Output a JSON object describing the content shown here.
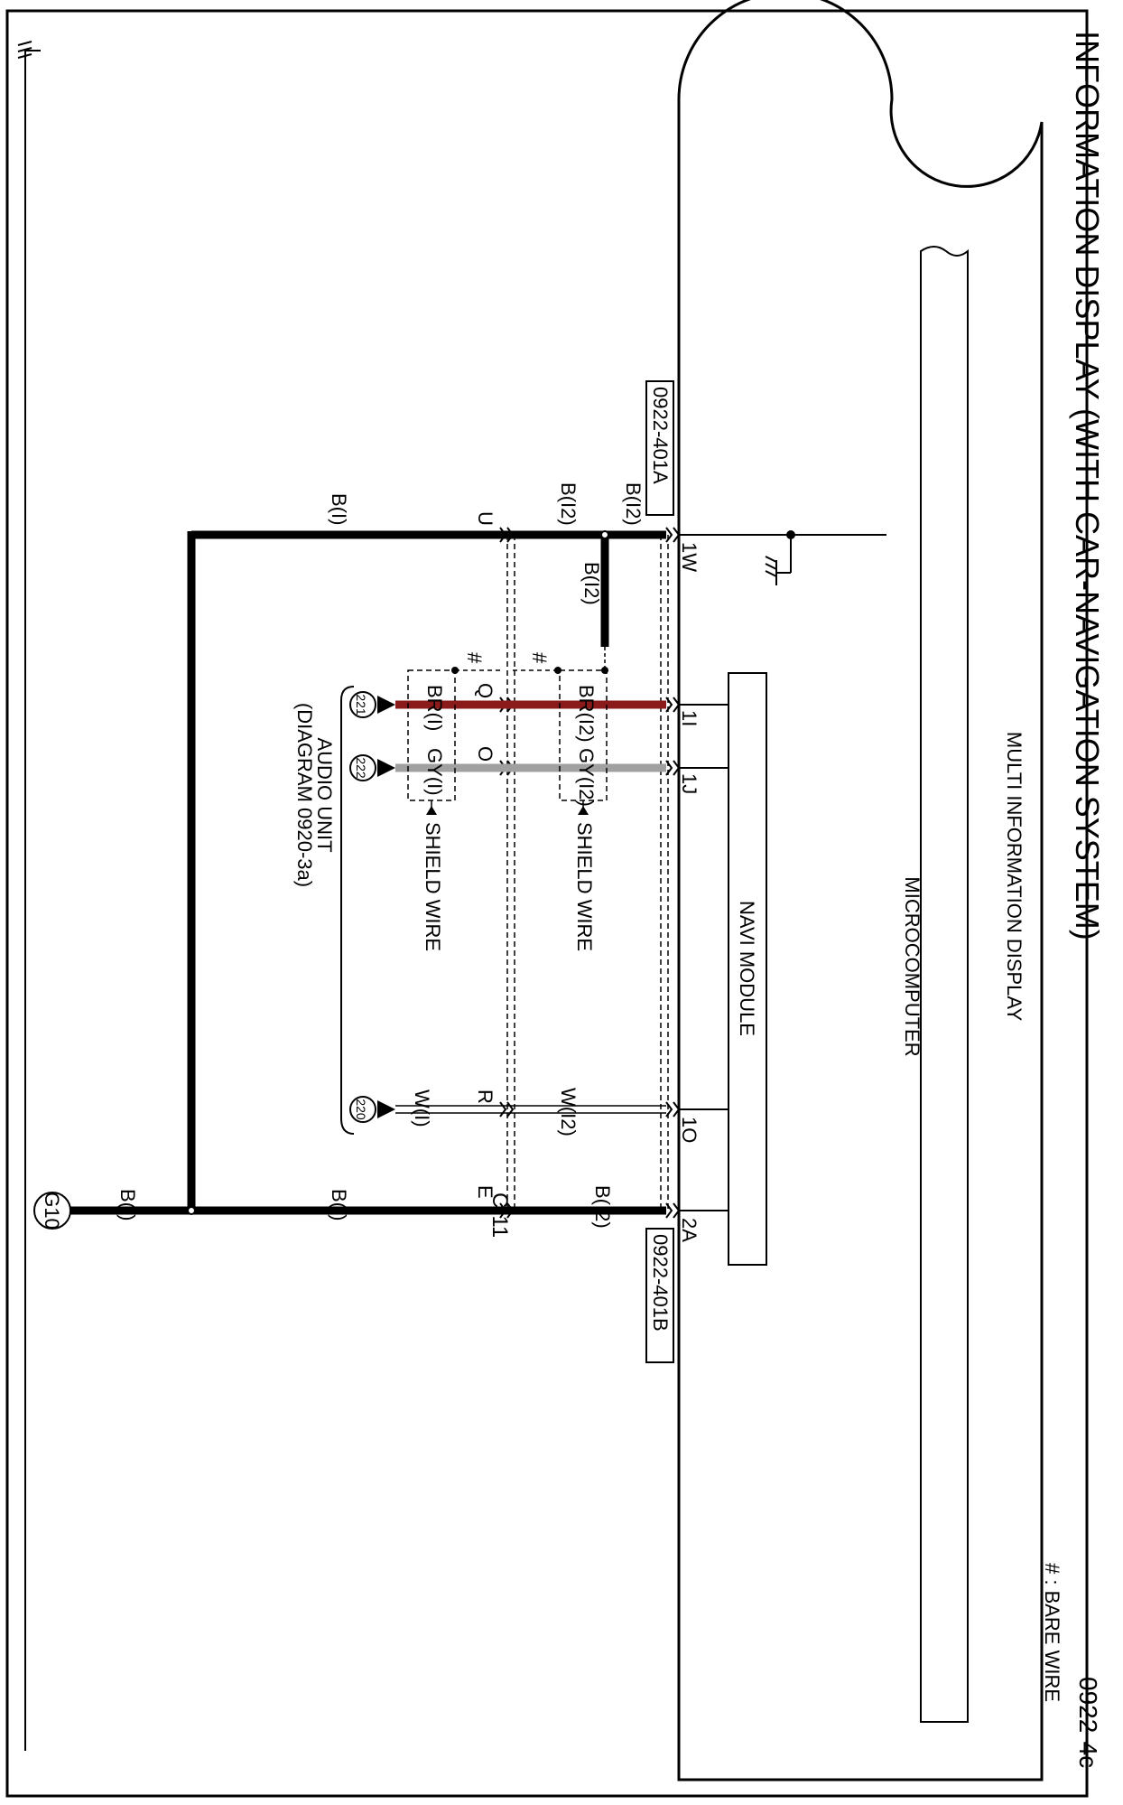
{
  "title": "INFORMATION DISPLAY (WITH CAR-NAVIGATION SYSTEM)",
  "diagram_code": "0922-4c",
  "note": "# : BARE WIRE",
  "components": {
    "multi_info_display": "MULTI INFORMATION DISPLAY",
    "microcomputer": "MICROCOMPUTER",
    "navi_module": "NAVI MODULE",
    "audio_unit": "AUDIO UNIT",
    "audio_unit_ref": "(DIAGRAM 0920-3a)"
  },
  "connectors": {
    "ref_a": "0922-401A",
    "ref_b": "0922-401B",
    "c11": "C-11"
  },
  "pins": {
    "p1w": "1W",
    "p1i": "1I",
    "p1j": "1J",
    "p1o": "1O",
    "p2a": "2A",
    "pu": "U",
    "pq": "Q",
    "po": "O",
    "pr": "R",
    "pe": "E"
  },
  "wires": {
    "b_i2": "B(I2)",
    "b_i": "B(I)",
    "br_i2": "BR(I2)",
    "gy_i2": "GY(I2)",
    "w_i2": "W(I2)",
    "br_i": "BR(I)",
    "gy_i": "GY(I)",
    "w_i": "W(I)"
  },
  "labels": {
    "shield_wire": "SHIELD WIRE",
    "bare": "#"
  },
  "ground": "G10",
  "terminals": {
    "t220": "220",
    "t221": "221",
    "t222": "222"
  },
  "colors": {
    "br_wire": "#8b1a1a",
    "gy_wire": "#a0a0a0"
  }
}
